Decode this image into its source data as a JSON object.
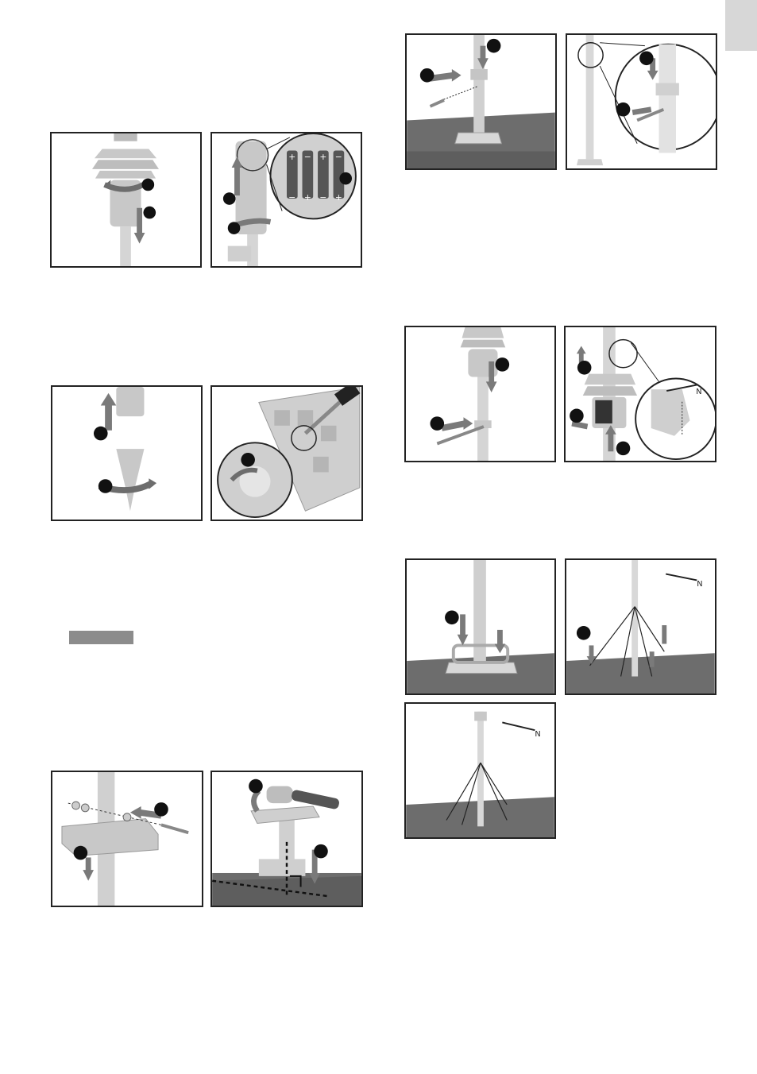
{
  "page": {
    "side_tab": "",
    "note_label": ""
  },
  "colors": {
    "border": "#222222",
    "ground": "#6d6d6d",
    "pole": "#cfcfcf",
    "arrow": "#7a7a7a",
    "badge": "#111111",
    "tab": "#d7d7d7",
    "label_bar": "#8c8c8c"
  },
  "panels": [
    {
      "id": "p1",
      "icon": "rotate-remove-cover-icon"
    },
    {
      "id": "p2",
      "icon": "insert-batteries-icon",
      "battery_marks": [
        "+",
        "-",
        "+",
        "-",
        "-",
        "+",
        "-",
        "+"
      ]
    },
    {
      "id": "p3",
      "icon": "remove-spike-icon"
    },
    {
      "id": "p4",
      "icon": "screwdriver-base-icon"
    },
    {
      "id": "p5",
      "icon": "bolt-mount-icon"
    },
    {
      "id": "p6",
      "icon": "hammer-mount-icon"
    },
    {
      "id": "p7",
      "icon": "pole-bolt-icon"
    },
    {
      "id": "p8",
      "icon": "pole-detail-icon"
    },
    {
      "id": "p9",
      "icon": "sensor-attach-icon"
    },
    {
      "id": "p10",
      "icon": "sensor-battery-detail-icon",
      "compass": "N"
    },
    {
      "id": "p11",
      "icon": "base-clamp-icon"
    },
    {
      "id": "p12",
      "icon": "guy-wire-stake-icon",
      "compass": "N"
    },
    {
      "id": "p13",
      "icon": "completed-station-icon",
      "compass": "N"
    }
  ]
}
